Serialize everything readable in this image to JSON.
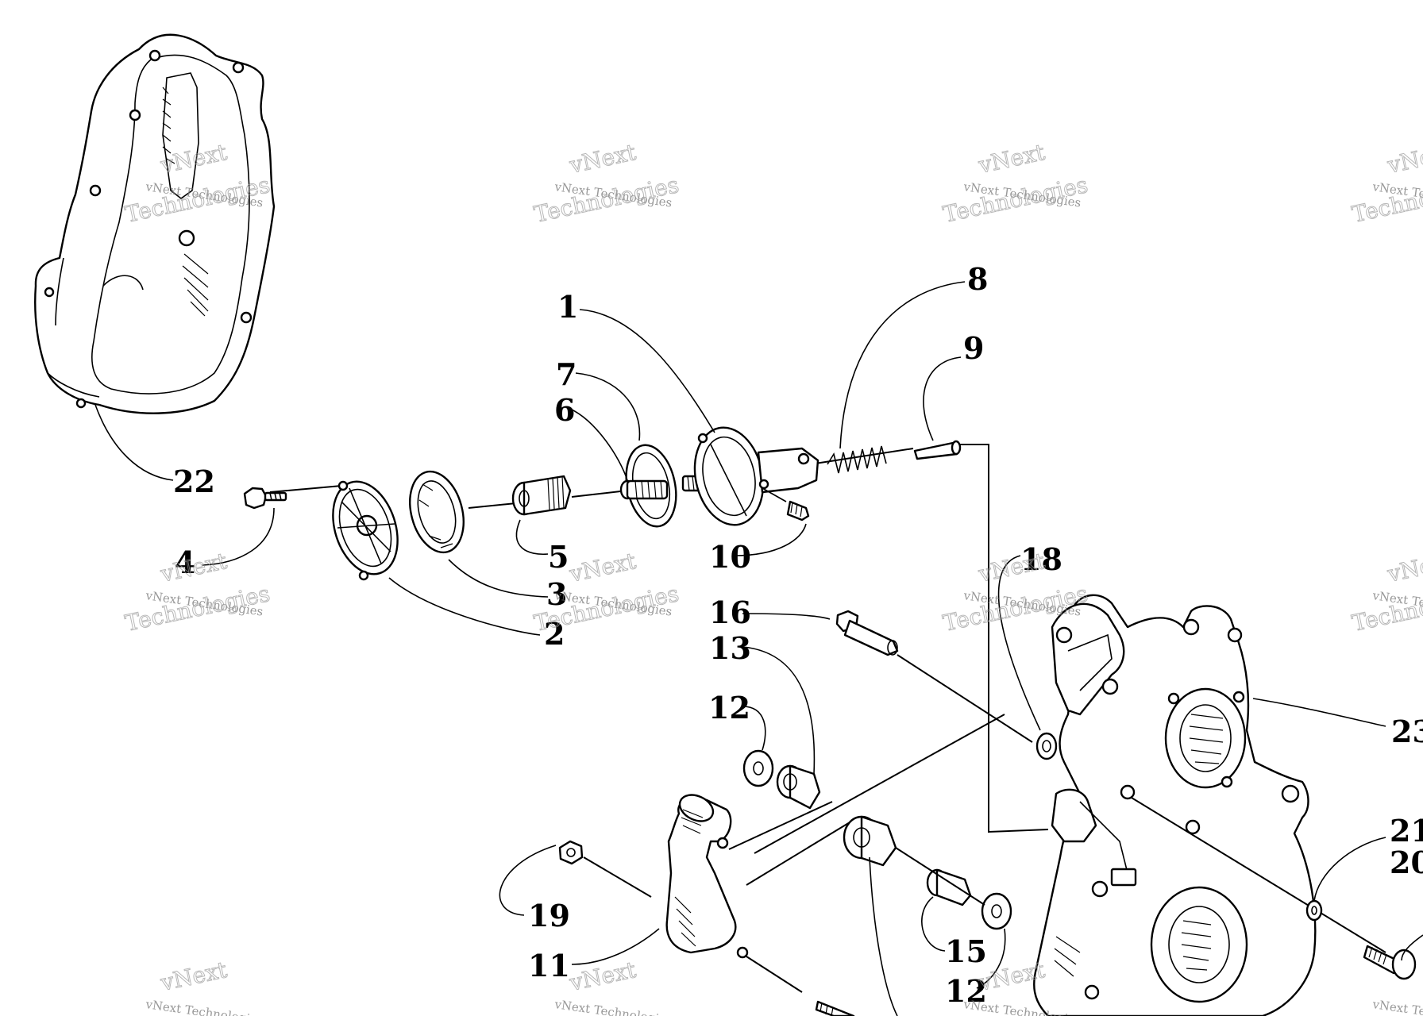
{
  "diagram": {
    "callouts": {
      "c1": "1",
      "c2": "2",
      "c3": "3",
      "c4": "4",
      "c5": "5",
      "c6": "6",
      "c7": "7",
      "c8": "8",
      "c9": "9",
      "c10": "10",
      "c11": "11",
      "c12a": "12",
      "c12b": "12",
      "c13": "13",
      "c15": "15",
      "c16": "16",
      "c18": "18",
      "c19": "19",
      "c20": "20",
      "c21": "21",
      "c22": "22",
      "c23": "23"
    }
  },
  "watermark": {
    "line1": "vNext Technologies",
    "line2": "Technologies",
    "line3": "vNext"
  }
}
